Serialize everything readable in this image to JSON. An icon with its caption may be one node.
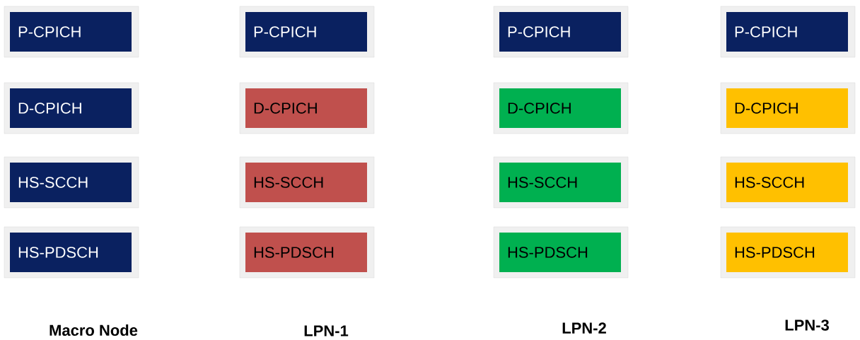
{
  "diagram": {
    "nodes": [
      {
        "text": [
          "P-CPICH"
        ]
      },
      {
        "text": [
          "P-CPICH"
        ]
      },
      {
        "text": [
          "P-CPICH"
        ]
      },
      {
        "text": [
          "P-CPICH"
        ]
      },
      {
        "text": [
          "D-CPICH"
        ]
      },
      {
        "text": [
          "D-CPICH"
        ]
      },
      {
        "text": [
          "D-CPICH"
        ]
      },
      {
        "text": [
          "D-CPICH"
        ]
      },
      {
        "text": [
          "HS-SCCH"
        ]
      },
      {
        "text": [
          "HS-SCCH"
        ]
      },
      {
        "text": [
          "HS-SCCH"
        ]
      },
      {
        "text": [
          "HS-SCCH"
        ]
      },
      {
        "text": [
          "HS-PDSCH"
        ]
      },
      {
        "text": [
          "HS-PDSCH"
        ]
      },
      {
        "text": [
          "HS-PDSCH"
        ]
      },
      {
        "text": [
          "HS-PDSCH"
        ]
      }
    ],
    "edges": [],
    "labels": [
      "Macro Node",
      "LPN-1",
      "LPN-2",
      "LPN-3"
    ]
  }
}
